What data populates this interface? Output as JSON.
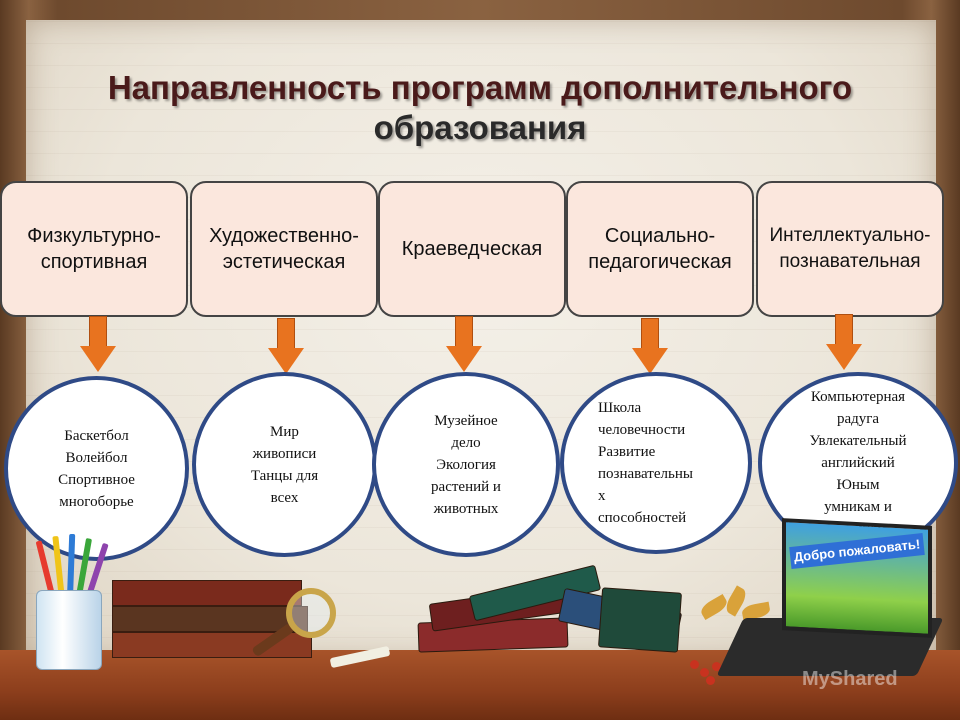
{
  "title": {
    "line1": "Направленность программ дополнительного",
    "line2": "образования"
  },
  "directions": [
    {
      "label": "Физкультурно-\nспортивная",
      "activities": "Баскетбол\nВолейбол\nСпортивное\nмногоборье"
    },
    {
      "label": "Художественно-\nэстетическая",
      "activities": "Мир\nживописи\nТанцы для\nвсех"
    },
    {
      "label": "Краеведческая",
      "activities": "Музейное\nдело\nЭкология\nрастений и\nживотных"
    },
    {
      "label": "Социально-\nпедагогическая",
      "activities": "Школа\nчеловечности\nРазвитие\nпознавательны\nх\nспособностей"
    },
    {
      "label": "Интеллектуально-\nпознавательная",
      "activities": "Компьютерная\nрадуга\nУвлекательный\nанглийский\nЮным\nумникам и\nумницам"
    }
  ],
  "arrow_color": "#e8731f",
  "circle_border_color": "#2f4a86",
  "box_fill_color": "#fbe7dd",
  "laptop_banner": "Добро пожаловать!",
  "watermark": "MyShared"
}
